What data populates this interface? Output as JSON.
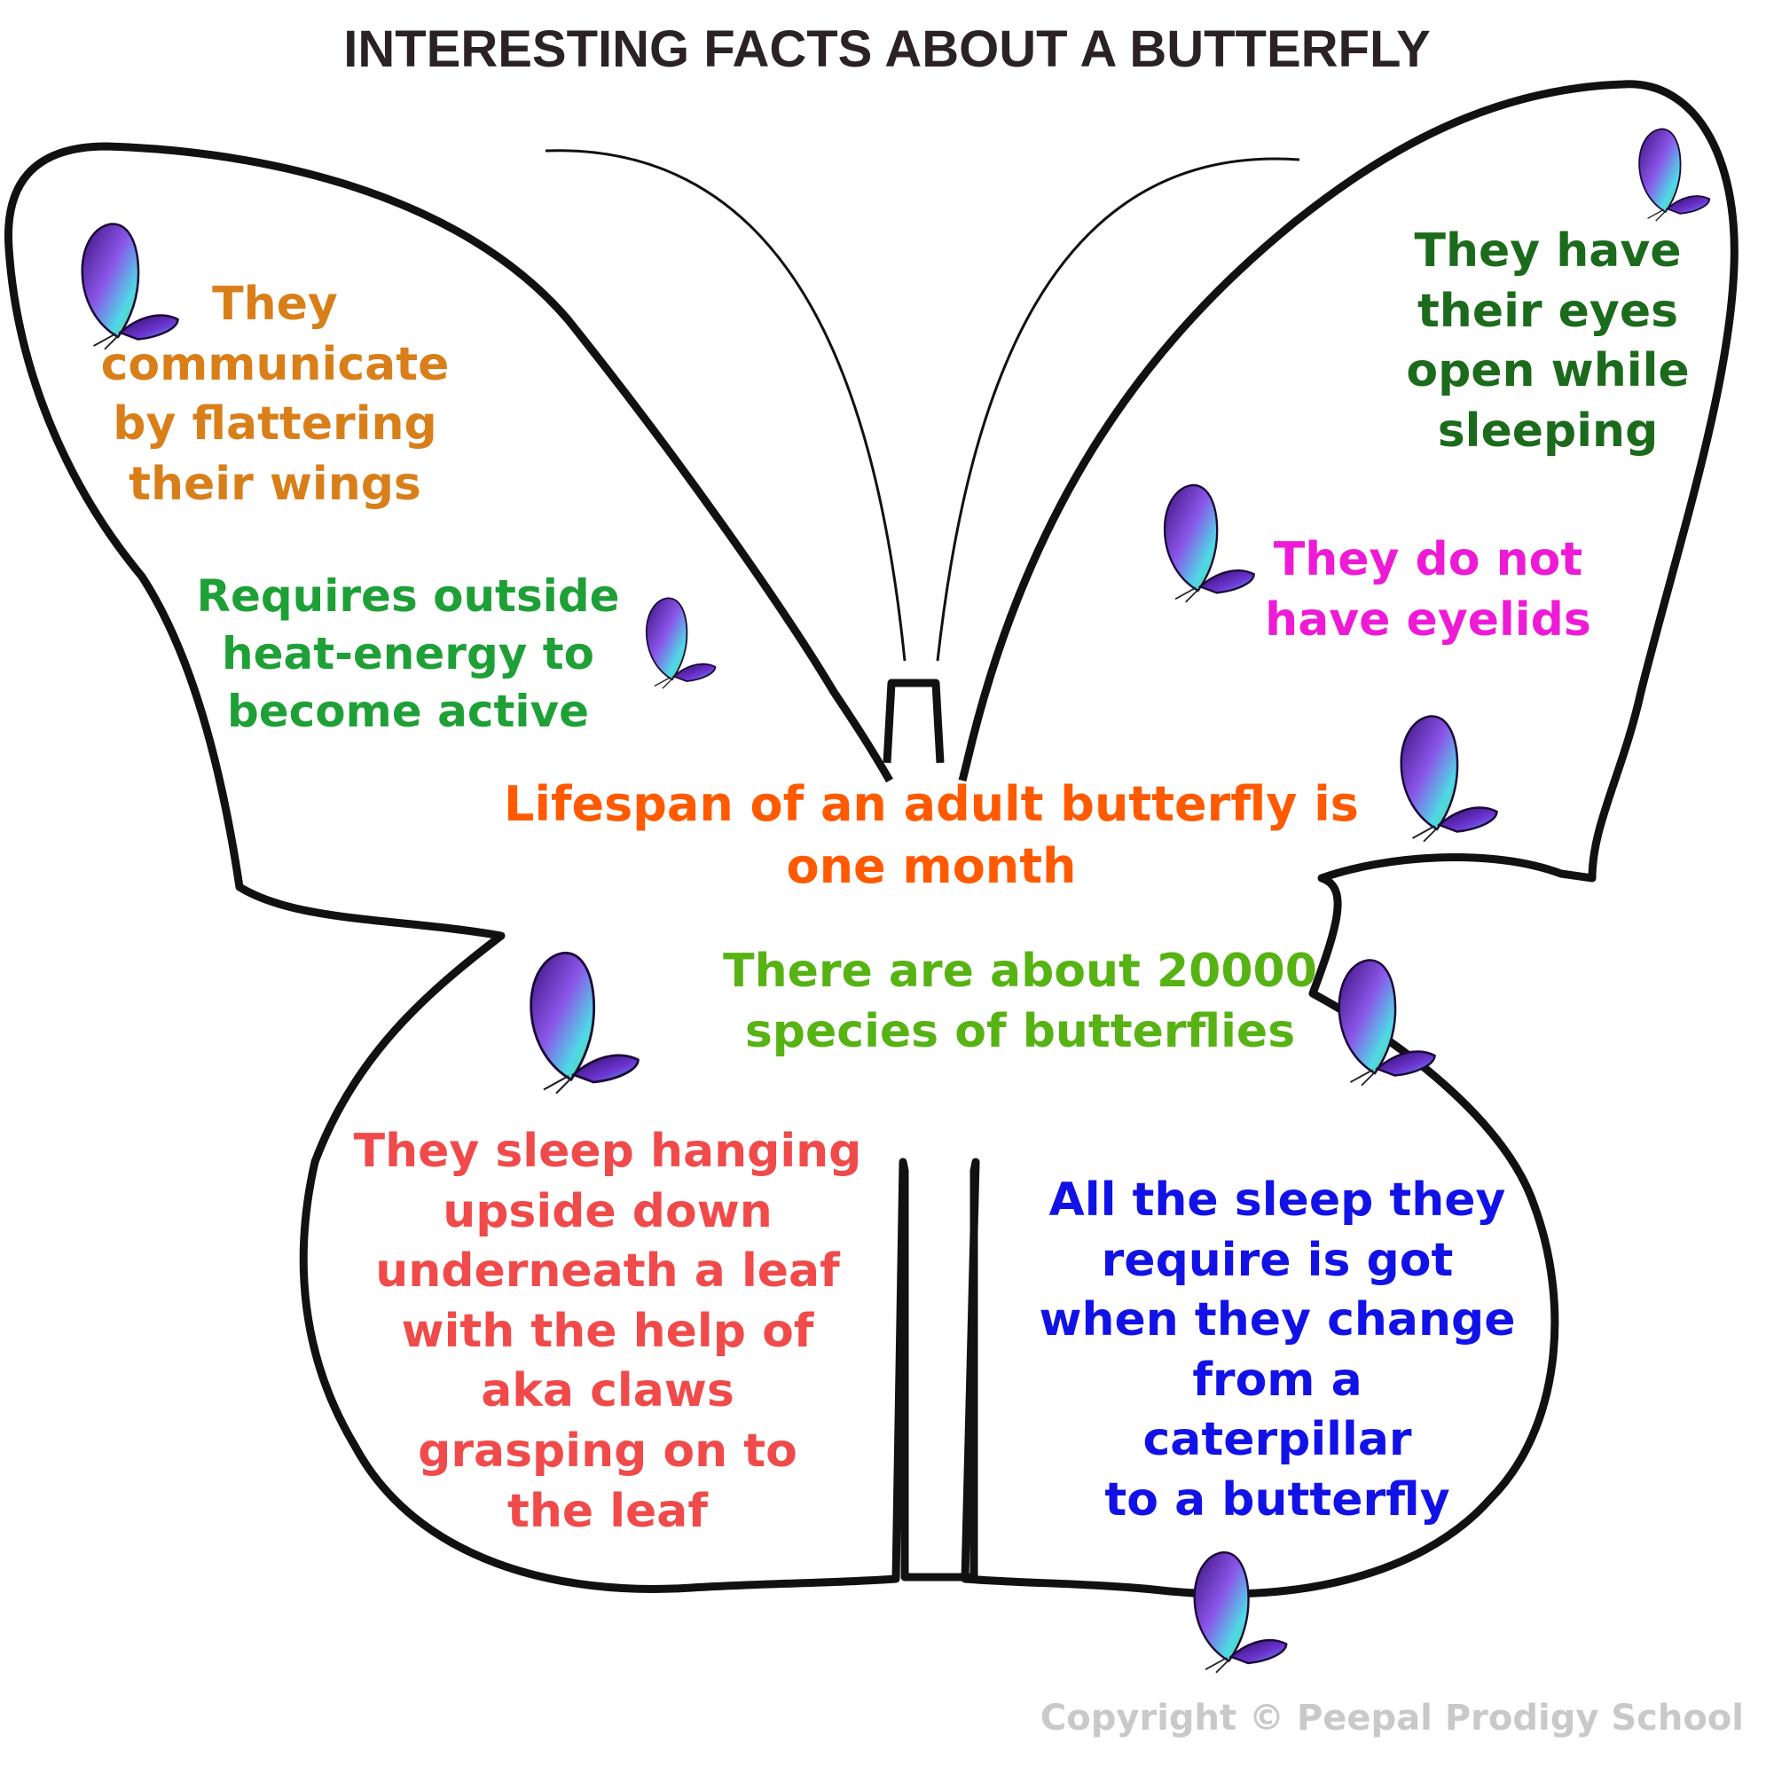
{
  "title": "INTERESTING FACTS ABOUT A BUTTERFLY",
  "facts": [
    {
      "lines": [
        "They",
        "communicate",
        "by flattering",
        "their wings"
      ],
      "color": "#d97f1a"
    },
    {
      "lines": [
        "Requires outside",
        "heat-energy to",
        "become active"
      ],
      "color": "#1ea037"
    },
    {
      "lines": [
        "They have",
        "their eyes",
        "open while",
        "sleeping"
      ],
      "color": "#1c6a1c"
    },
    {
      "lines": [
        "They do not",
        "have eyelids"
      ],
      "color": "#ee1bd6"
    },
    {
      "lines": [
        "Lifespan of an adult butterfly is",
        "one month"
      ],
      "color": "#ff5a00"
    },
    {
      "lines": [
        "There are about 20000",
        "species of butterflies"
      ],
      "color": "#57b214"
    },
    {
      "lines": [
        "They sleep hanging",
        "upside down",
        "underneath a leaf",
        "with the help of",
        "aka claws",
        "grasping on to",
        "the leaf"
      ],
      "color": "#f04a4a"
    },
    {
      "lines": [
        "All the sleep they",
        "require is got",
        "when they change",
        "from a",
        "caterpillar",
        "to a butterfly"
      ],
      "color": "#1212e6"
    }
  ],
  "copyright": "Copyright © Peepal Prodigy School",
  "copyright_color": "#c9c9c9",
  "decoration": {
    "butterfly_icon": "purple-teal-butterfly",
    "wing_colors": [
      "#3a0f7a",
      "#8a55e8",
      "#4fd9e6",
      "#5bd36a"
    ]
  }
}
